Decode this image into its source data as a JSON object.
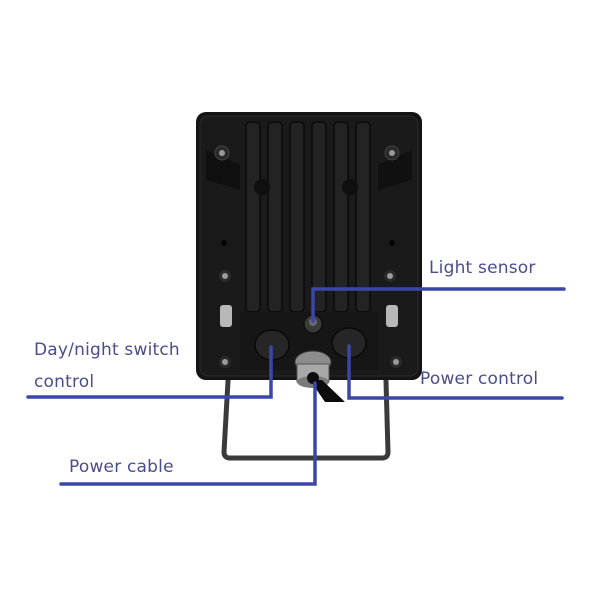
{
  "diagram": {
    "subject": "Rear view of black LED work light with U-mounting bracket",
    "colors": {
      "background": "#ffffff",
      "housing": "#141414",
      "fin": "#1f1f1f",
      "leader_line": "#3b47a8",
      "label_text": "#4a4d8c",
      "bracket": "#3a3a3a",
      "metal": "#b8b8b8"
    },
    "labels": {
      "light_sensor": "Light sensor",
      "day_night_line1": "Day/night switch",
      "day_night_line2": "control",
      "power_control": "Power control",
      "power_cable": "Power cable"
    },
    "callouts": [
      {
        "name": "Light sensor",
        "target": "center sensor dome below fins",
        "side": "right"
      },
      {
        "name": "Day/night switch control",
        "target": "left rubber cap knob",
        "side": "left"
      },
      {
        "name": "Power control",
        "target": "right rubber cap knob",
        "side": "right"
      },
      {
        "name": "Power cable",
        "target": "cable gland at bottom center",
        "side": "left"
      }
    ]
  }
}
